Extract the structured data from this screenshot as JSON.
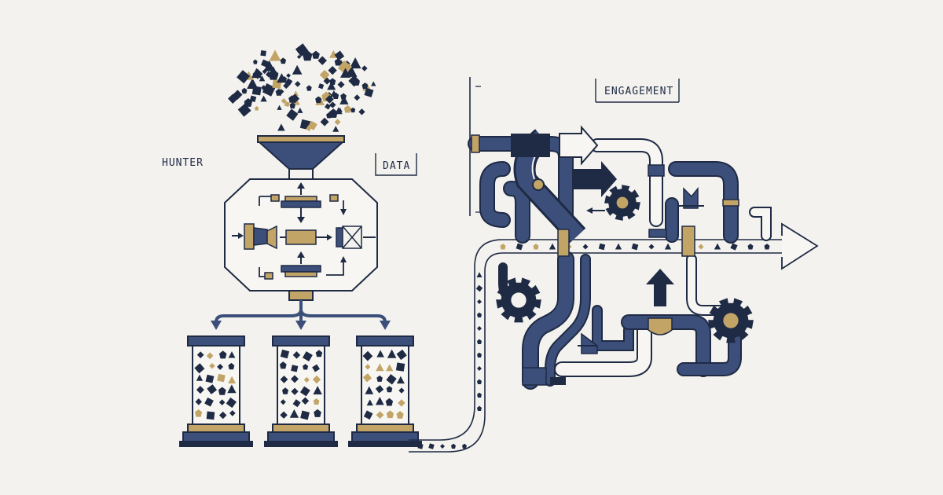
{
  "labels": {
    "hunter": "HUNTER",
    "data": "DATA",
    "engagement": "ENGAGEMENT"
  },
  "colors": {
    "background": "#f3f2ee",
    "navy": "#1f2a44",
    "steel": "#3b4f7a",
    "gold": "#c2a466",
    "line": "#1f2a44"
  }
}
